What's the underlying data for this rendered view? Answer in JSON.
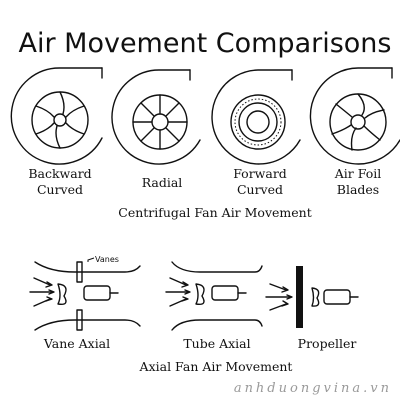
{
  "title": "Air Movement Comparisons",
  "centrifugal": {
    "fans": [
      {
        "label_line1": "Backward",
        "label_line2": "Curved"
      },
      {
        "label_line1": "Radial",
        "label_line2": ""
      },
      {
        "label_line1": "Forward",
        "label_line2": "Curved"
      },
      {
        "label_line1": "Air Foil",
        "label_line2": "Blades"
      }
    ],
    "caption": "Centrifugal Fan Air Movement"
  },
  "axial": {
    "fans": [
      {
        "label": "Vane Axial"
      },
      {
        "label": "Tube Axial"
      },
      {
        "label": "Propeller"
      }
    ],
    "vanes_callout": "Vanes",
    "caption": "Axial Fan Air Movement"
  },
  "watermark": "anhduongvina.vn"
}
